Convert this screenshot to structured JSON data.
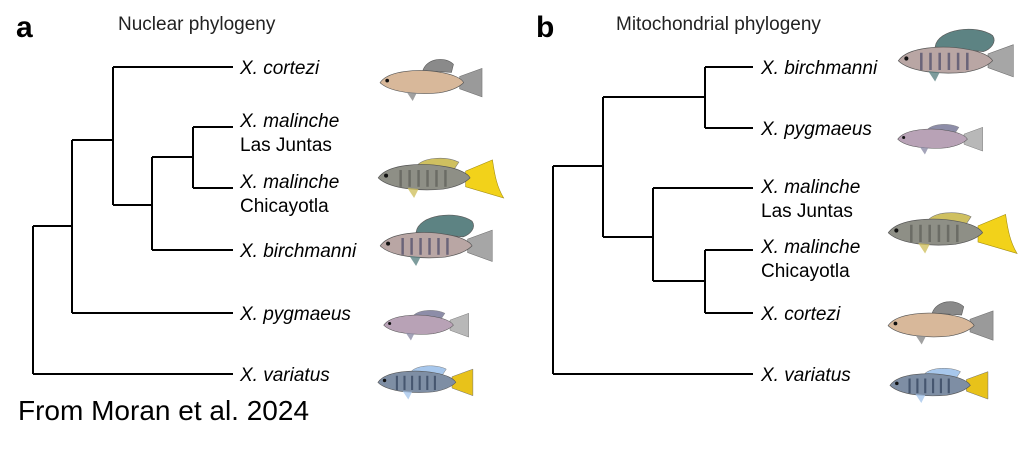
{
  "panels": [
    {
      "letter": "a",
      "title": "Nuclear phylogeny",
      "taxa": {
        "cortezi": {
          "species": "X. cortezi",
          "population": ""
        },
        "malinche_lj": {
          "species": "X. malinche",
          "population": "Las Juntas"
        },
        "malinche_ch": {
          "species": "X. malinche",
          "population": "Chicayotla"
        },
        "birchmanni": {
          "species": "X. birchmanni",
          "population": ""
        },
        "pygmaeus": {
          "species": "X. pygmaeus",
          "population": ""
        },
        "variatus": {
          "species": "X. variatus",
          "population": ""
        }
      }
    },
    {
      "letter": "b",
      "title": "Mitochondrial phylogeny",
      "taxa": {
        "birchmanni": {
          "species": "X. birchmanni",
          "population": ""
        },
        "pygmaeus": {
          "species": "X. pygmaeus",
          "population": ""
        },
        "malinche_lj": {
          "species": "X. malinche",
          "population": "Las Juntas"
        },
        "malinche_ch": {
          "species": "X. malinche",
          "population": "Chicayotla"
        },
        "cortezi": {
          "species": "X. cortezi",
          "population": ""
        },
        "variatus": {
          "species": "X. variatus",
          "population": ""
        }
      }
    }
  ],
  "citation": "From Moran et al. 2024",
  "fish_icons": {
    "cortezi": {
      "icon": "fish-cortezi-icon",
      "body": "#d8b89a",
      "fin": "#8a8a8a",
      "tail": "#9a9a9a"
    },
    "malinche": {
      "icon": "fish-malinche-icon",
      "body": "#8e8f86",
      "fin": "#cfc060",
      "tail": "#f2d21a"
    },
    "birchmanni": {
      "icon": "fish-birchmanni-icon",
      "body": "#b9a6a4",
      "fin": "#5d8383",
      "tail": "#a6a6a6"
    },
    "pygmaeus": {
      "icon": "fish-pygmaeus-icon",
      "body": "#b8a2b6",
      "fin": "#8d8da8",
      "tail": "#b8b8b8"
    },
    "variatus": {
      "icon": "fish-variatus-icon",
      "body": "#7e8ea4",
      "fin": "#a7c7ec",
      "tail": "#e8c21a"
    }
  }
}
